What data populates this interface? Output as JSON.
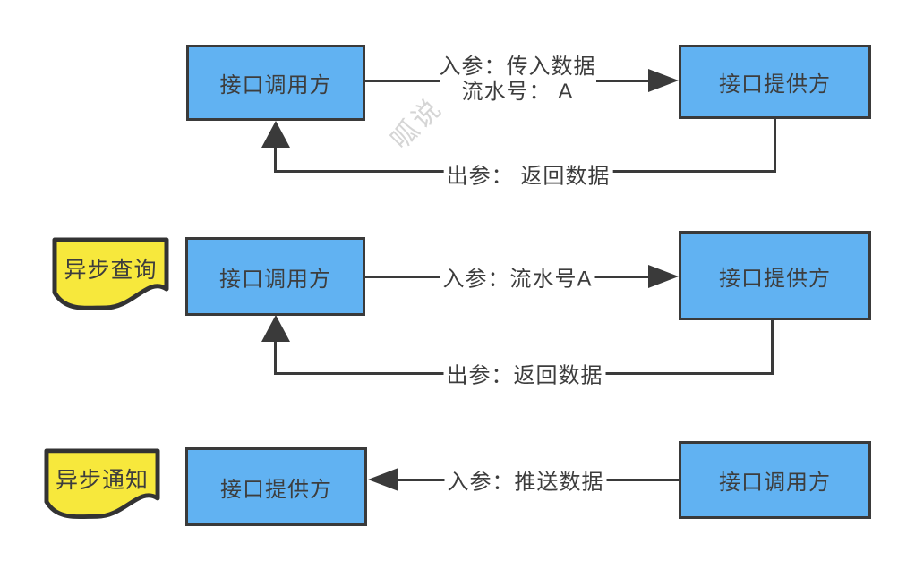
{
  "watermark": "呱说",
  "colors": {
    "box_fill": "#61b2f2",
    "box_border": "#3a3a3a",
    "note_fill": "#f7e83c",
    "note_border": "#333333",
    "line": "#3a3a3a",
    "text": "#3d3d3d",
    "watermark": "#d5d5d5",
    "background": "#ffffff"
  },
  "row1": {
    "caller": "接口调用方",
    "provider": "接口提供方",
    "request_line1": "入参：传入数据",
    "request_line2": "流水号： A",
    "response": "出参： 返回数据"
  },
  "row2": {
    "note": "异步查询",
    "caller": "接口调用方",
    "provider": "接口提供方",
    "request": "入参：流水号A",
    "response": "出参：返回数据"
  },
  "row3": {
    "note": "异步通知",
    "provider": "接口提供方",
    "caller": "接口调用方",
    "request": "入参：推送数据"
  }
}
